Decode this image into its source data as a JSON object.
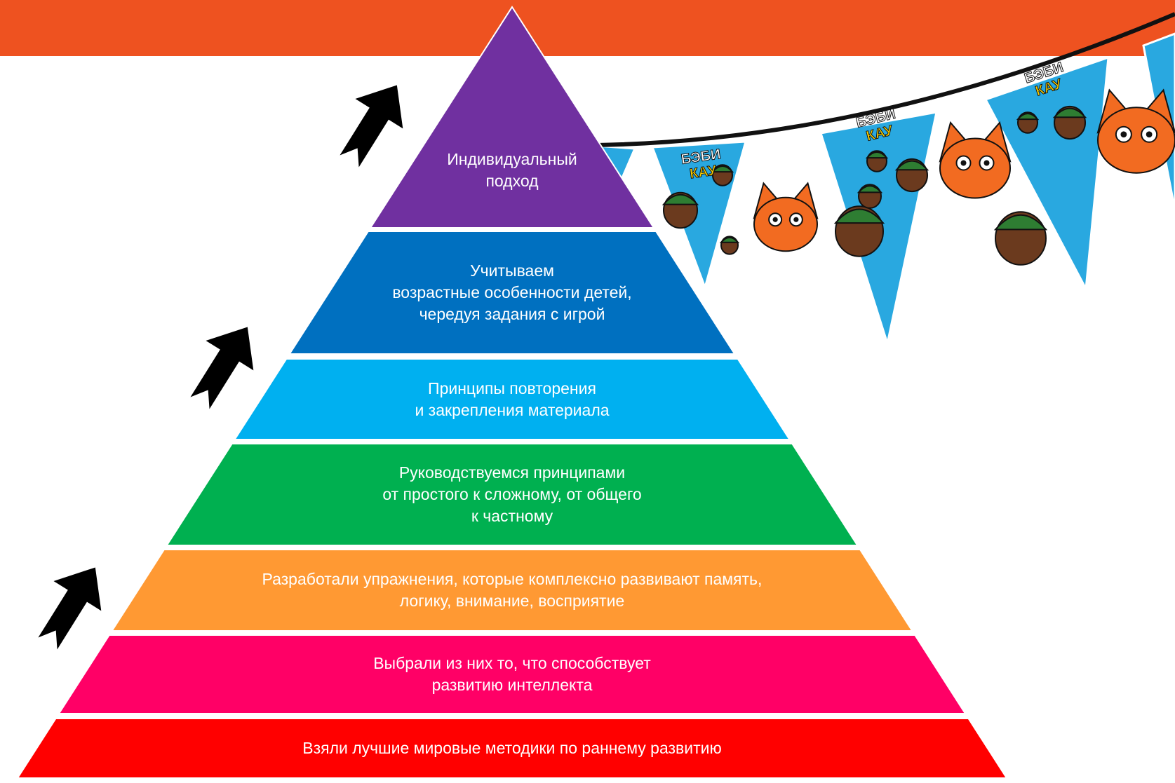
{
  "header": {
    "bar_color": "#EE5220"
  },
  "pyramid": {
    "tiers": [
      {
        "lines": [
          "Индивидуальный",
          "подход"
        ],
        "color": "#7030A0"
      },
      {
        "lines": [
          "Учитываем",
          "возрастные особенности детей,",
          "чередуя задания с игрой"
        ],
        "color": "#0070C0"
      },
      {
        "lines": [
          "Принципы  повторения",
          "и закрепления материала"
        ],
        "color": "#00B0F0"
      },
      {
        "lines": [
          "Руководствуемся принципами",
          "от простого к сложному, от общего",
          "к частному"
        ],
        "color": "#00B050"
      },
      {
        "lines": [
          "Разработали упражнения, которые комплексно развивают память,",
          "логику, внимание, восприятие"
        ],
        "color": "#FF9933"
      },
      {
        "lines": [
          "Выбрали из них то, что способствует",
          "развитию интеллекта"
        ],
        "color": "#FF0066"
      },
      {
        "lines": [
          "Взяли лучшие мировые методики по раннему развитию"
        ],
        "color": "#FF0000"
      }
    ]
  },
  "arrows": {
    "count": 3,
    "icon": "arrow-up-right-icon",
    "color": "#000000"
  },
  "bunting": {
    "logo_text": [
      "БЭБИ",
      "КАУ"
    ],
    "icons": [
      "acorn-icon",
      "fox-icon"
    ],
    "flag_color": "#29A8E0",
    "acorn_color": "#6B3A1E",
    "acorn_cap_color": "#2E7D32",
    "fox_color": "#F26B21"
  }
}
